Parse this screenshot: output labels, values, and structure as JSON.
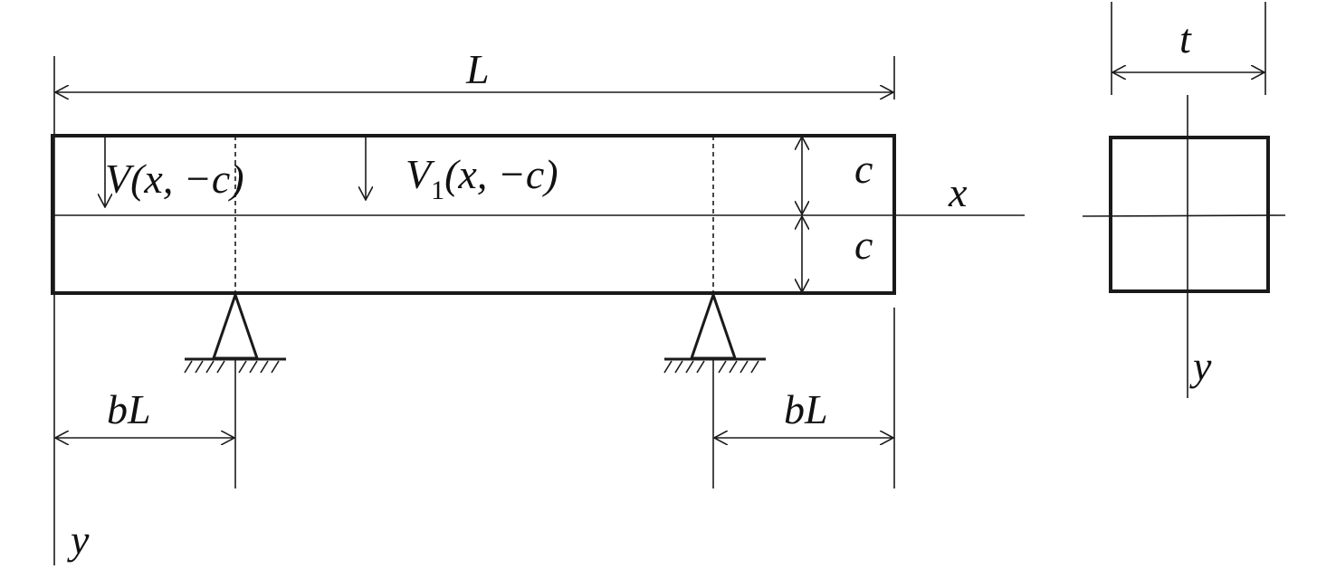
{
  "labels": {
    "length": "L",
    "load_left": "V(x, −c)",
    "load_mid_V": "V",
    "load_mid_sub": "1",
    "load_mid_args": "(x, −c)",
    "half_depth_top": "c",
    "half_depth_bottom": "c",
    "x_axis": "x",
    "y_axis_beam": "y",
    "overhang_left": "bL",
    "overhang_right": "bL",
    "thickness": "t",
    "y_axis_section": "y"
  },
  "colors": {
    "line": "#1a1a1a",
    "text": "#111111",
    "background": "#ffffff"
  }
}
